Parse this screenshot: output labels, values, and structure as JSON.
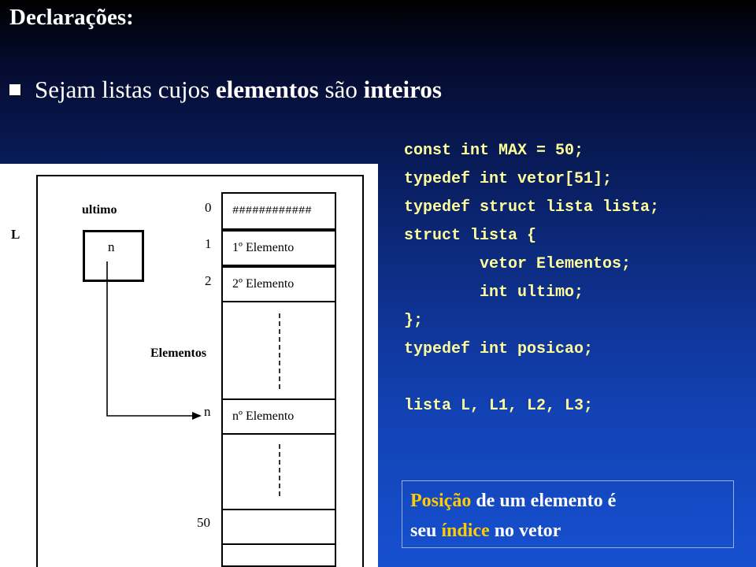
{
  "slide": {
    "title": "Declarações:",
    "bullet": {
      "part1": "Sejam listas cujos ",
      "strong1": "elementos",
      "part2": " são ",
      "strong2": "inteiros"
    }
  },
  "code": {
    "lines": [
      "const int MAX = 50;",
      "typedef int vetor[51];",
      "typedef struct lista lista;",
      "struct lista {",
      "vetor Elementos;",
      "int ultimo;",
      "};",
      "typedef int posicao;",
      "",
      "lista L, L1, L2, L3;"
    ]
  },
  "diagram": {
    "var_label": "L",
    "ultimo_label": "ultimo",
    "n_value": "n",
    "elementos_label": "Elementos",
    "indices": {
      "i0": "0",
      "i1": "1",
      "i2": "2",
      "in": "n",
      "i50": "50"
    },
    "cells": {
      "c0": "############",
      "c1": "1º Elemento",
      "c2": "2º Elemento",
      "cn": "nº Elemento",
      "c50": ""
    }
  },
  "note": {
    "word1": "Posição",
    "text1": " de um elemento é",
    "text2_a": "seu ",
    "word2": "índice",
    "text2_b": " no vetor"
  },
  "colors": {
    "code": "#ffff99",
    "accent": "#ffcc00"
  }
}
